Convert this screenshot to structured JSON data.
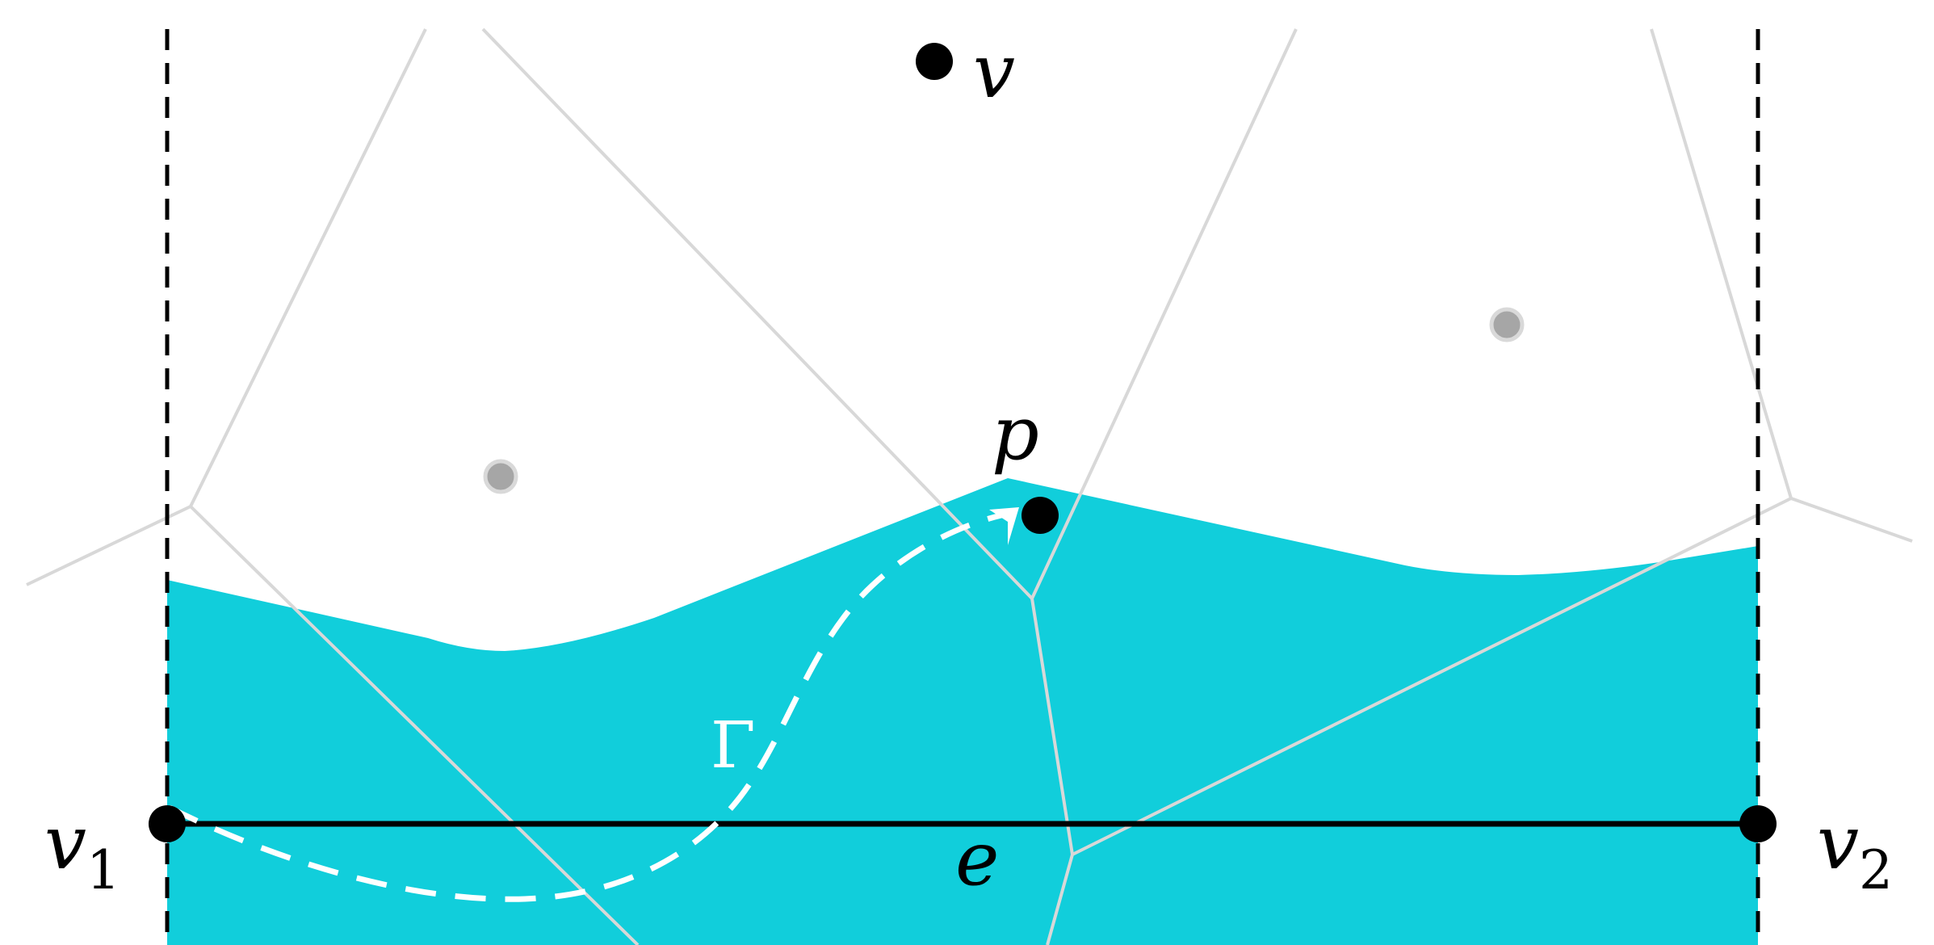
{
  "labels": {
    "v": "v",
    "p": "p",
    "e": "e",
    "gamma": "Γ",
    "v1_base": "v",
    "v1_sub": "1",
    "v2_base": "v",
    "v2_sub": "2"
  },
  "colors": {
    "region_fill": "#11cedb",
    "voronoi_edge": "#d8d8d8",
    "site_gray": "#a6a6a6",
    "site_gray_outline": "#d9d9d9",
    "point": "#000000",
    "path": "#ffffff",
    "boundary": "#000000"
  }
}
